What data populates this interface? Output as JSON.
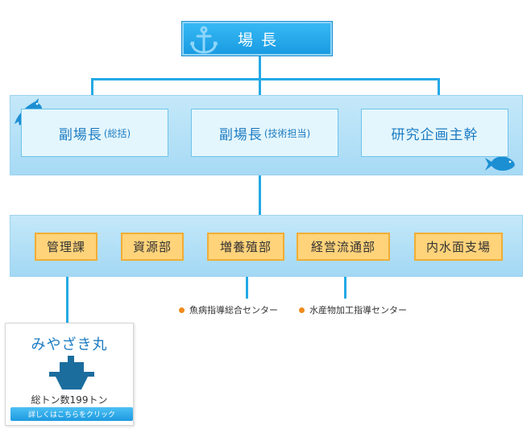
{
  "director": {
    "label": "場長",
    "icon": "anchor-icon"
  },
  "deputies": [
    {
      "main": "副場長",
      "sub": "(総括)"
    },
    {
      "main": "副場長",
      "sub": "(技術担当)"
    },
    {
      "main": "研究企画主幹",
      "sub": ""
    }
  ],
  "departments": [
    {
      "label": "管理課"
    },
    {
      "label": "資源部"
    },
    {
      "label": "増養殖部"
    },
    {
      "label": "経営流通部"
    },
    {
      "label": "内水面支場"
    }
  ],
  "centers": [
    {
      "label": "魚病指導総合センター"
    },
    {
      "label": "水産物加工指導センター"
    }
  ],
  "ship": {
    "name": "みやざき丸",
    "tonnage": "総トン数199トン",
    "button": "詳しくはこちらをクリック"
  },
  "colors": {
    "line": "#22a9e6",
    "director_bg": "#1a9be2",
    "band_bg": "#b8e1f7",
    "dept_bg": "#ffd37a",
    "dept_border": "#f1ad36",
    "accent_text": "#1d7cc2",
    "dot": "#f08a1c"
  }
}
